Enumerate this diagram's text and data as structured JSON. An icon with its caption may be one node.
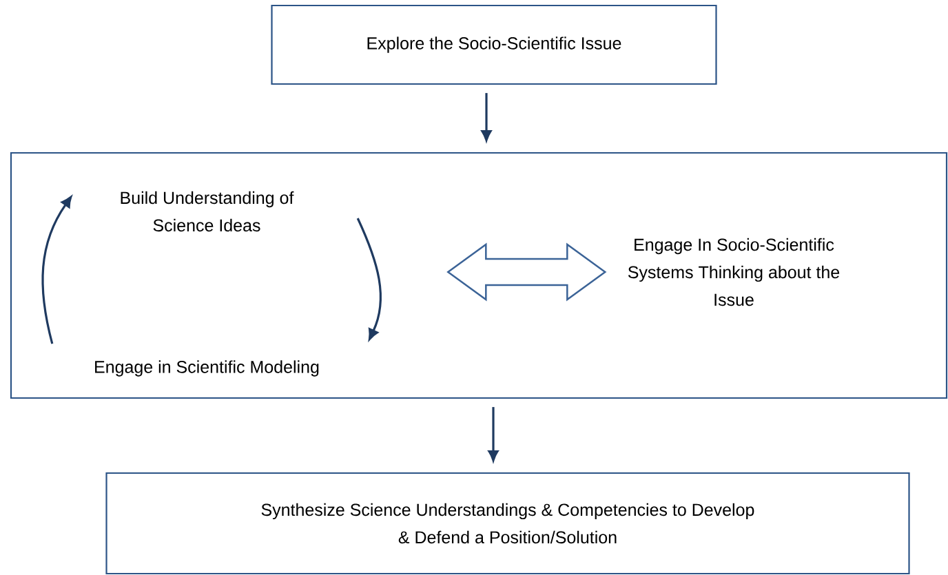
{
  "diagram": {
    "nodes": [
      {
        "text": [
          "Explore the Socio-Scientific Issue"
        ]
      },
      {
        "text": [],
        "shape": "box"
      },
      {
        "text": [
          "Build Understanding of Science Ideas"
        ],
        "in": 1
      },
      {
        "text": [
          "Engage in Scientific Modeling"
        ],
        "in": 1
      },
      {
        "text": [
          "Engage In Socio-Scientific Systems Thinking about the Issue"
        ],
        "in": 1
      },
      {
        "text": [
          "Synthesize Science Understandings & Competencies to Develop & Defend a Position/Solution"
        ]
      }
    ],
    "edges": [
      {
        "from": 0,
        "to": 1,
        "arrow": "to"
      },
      {
        "from": 2,
        "to": 3,
        "arrow": "to"
      },
      {
        "from": 3,
        "to": 2,
        "arrow": "to"
      },
      {
        "from": null,
        "to": 4,
        "arrow": "both"
      },
      {
        "from": 1,
        "to": 5,
        "arrow": "to"
      }
    ]
  }
}
